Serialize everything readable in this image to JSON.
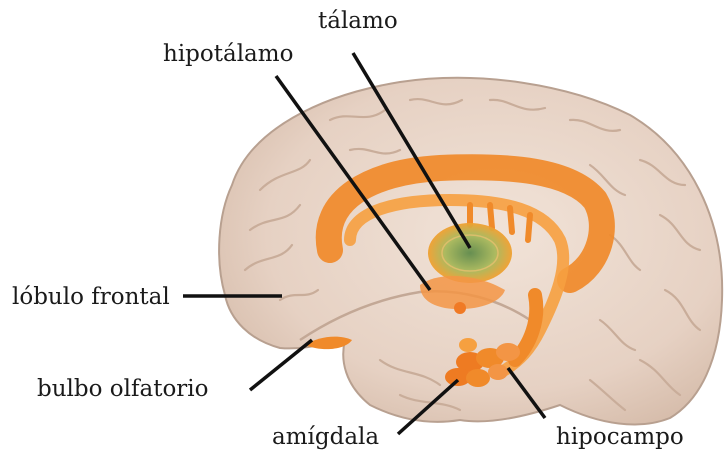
{
  "labels": {
    "talamo": "tálamo",
    "hipotalamo": "hipotálamo",
    "lobulo_frontal": "lóbulo frontal",
    "bulbo_olfatorio": "bulbo olfatorio",
    "amigdala": "amígdala",
    "hipocampo": "hipocampo"
  },
  "colors": {
    "brain_fill": "#ead8cc",
    "brain_outline": "#b8a090",
    "limbic_orange": "#f08a2a",
    "limbic_light": "#f6b060",
    "thalamus_green": "#8fae5a",
    "leader_line": "#111111"
  }
}
